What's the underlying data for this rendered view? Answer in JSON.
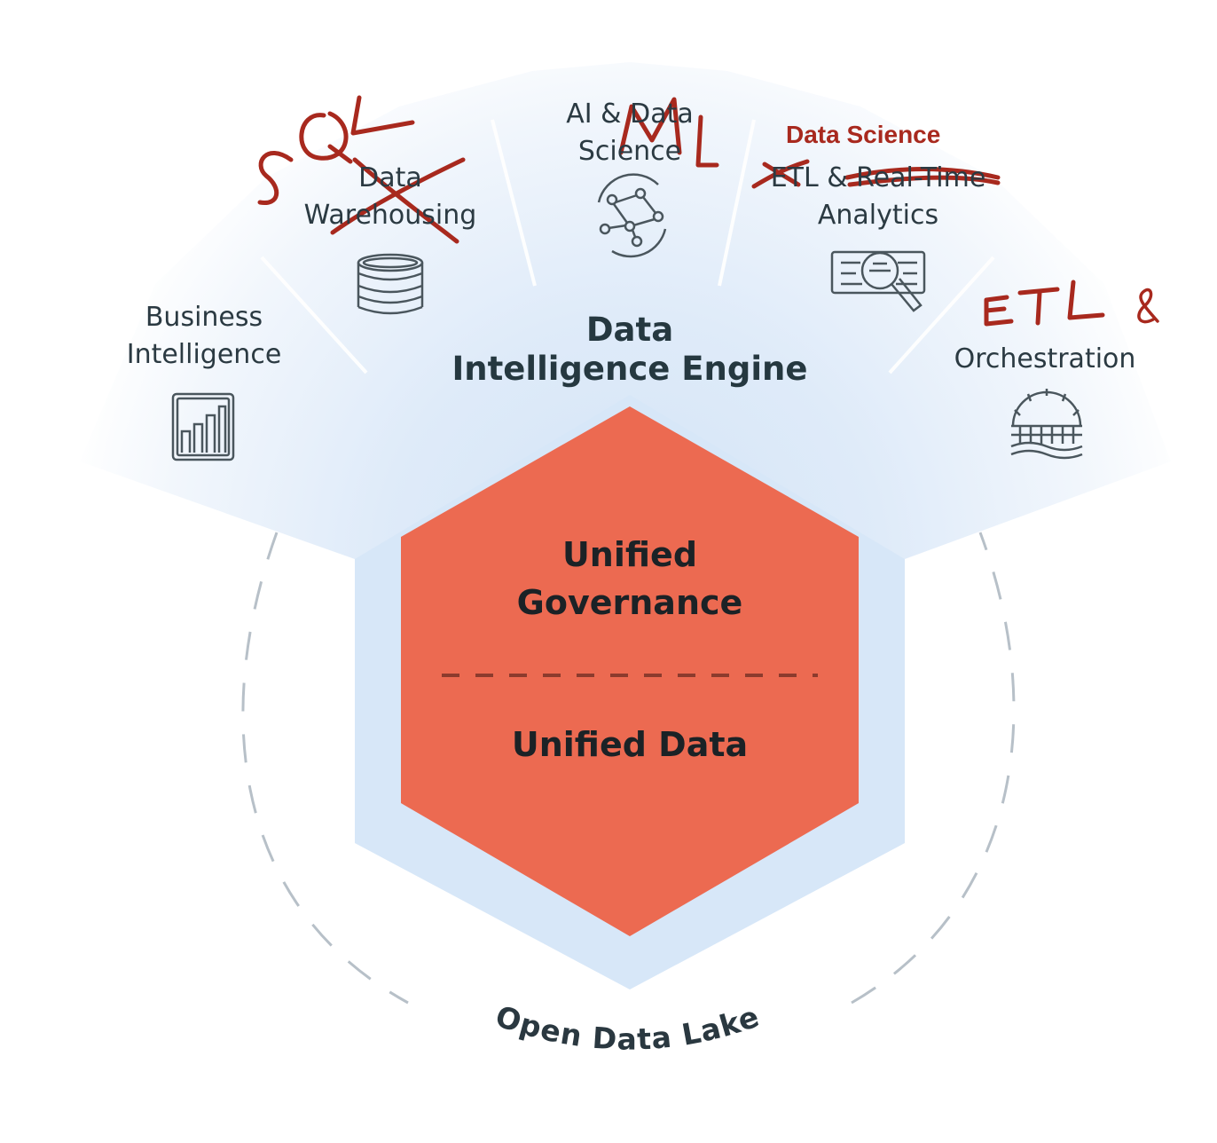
{
  "segments": [
    {
      "lines": [
        "Business",
        "Intelligence"
      ],
      "icon": "bar-chart-icon"
    },
    {
      "lines": [
        "Data",
        "Warehousing"
      ],
      "icon": "database-icon"
    },
    {
      "lines": [
        "AI & Data",
        "Science"
      ],
      "icon": "network-icon"
    },
    {
      "lines": [
        "ETL & Real-Time",
        "Analytics"
      ],
      "icon": "analytics-icon"
    },
    {
      "lines": [
        "Orchestration"
      ],
      "icon": "workflow-icon"
    }
  ],
  "engine": {
    "line1": "Data",
    "line2": "Intelligence Engine"
  },
  "hexagon": {
    "governance_line1": "Unified",
    "governance_line2": "Governance",
    "data_label": "Unified Data",
    "fill_color": "#ec6a51"
  },
  "lake": {
    "label": "Open Data Lake"
  },
  "annotations": {
    "sql": "SQL",
    "ml": "ML",
    "data_science": "Data Science",
    "etl": "ETL",
    "ampersand": "&",
    "ink_color": "#a8291e"
  },
  "colors": {
    "beam": "#d9e8f8",
    "text": "#2b3a42"
  }
}
